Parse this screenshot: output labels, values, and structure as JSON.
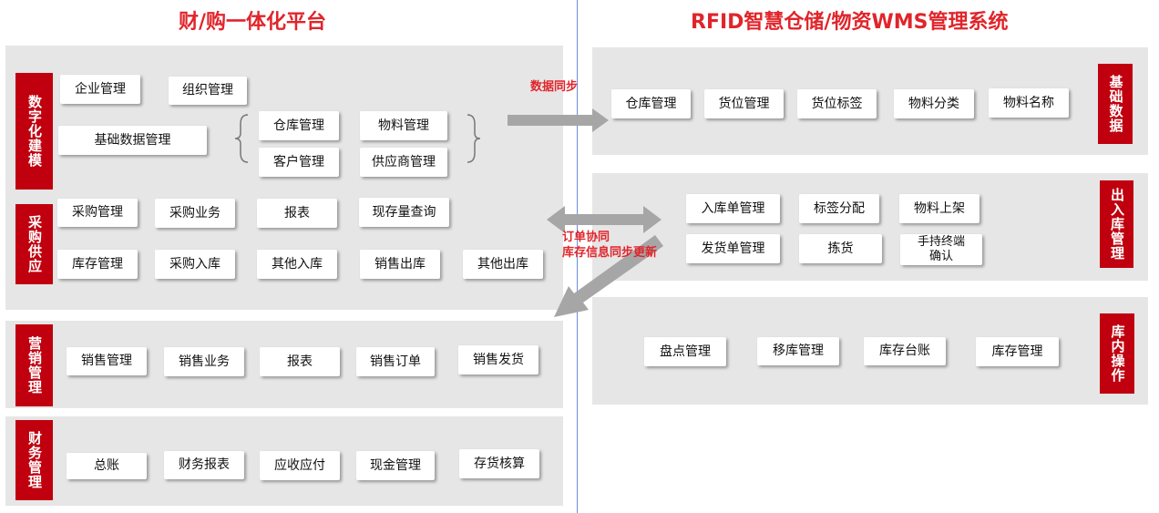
{
  "left_title": "财/购一体化平台",
  "right_title": "RFID智慧仓储/物资WMS管理系统",
  "labels": {
    "data_sync": "数据同步",
    "order_sync": "订单协同",
    "stock_sync": "库存信息同步更新"
  },
  "left": {
    "digital": {
      "tab": "数字化建模",
      "boxes": [
        "企业管理",
        "组织管理",
        "基础数据管理"
      ],
      "sub": [
        "仓库管理",
        "物料管理",
        "客户管理",
        "供应商管理"
      ]
    },
    "purchase": {
      "tab": "采购供应",
      "row1": [
        "采购管理",
        "采购业务",
        "报表",
        "现存量查询"
      ],
      "row2": [
        "库存管理",
        "采购入库",
        "其他入库",
        "销售出库",
        "其他出库"
      ]
    },
    "sales": {
      "tab": "营销管理",
      "boxes": [
        "销售管理",
        "销售业务",
        "报表",
        "销售订单",
        "销售发货"
      ]
    },
    "finance": {
      "tab": "财务管理",
      "boxes": [
        "总账",
        "财务报表",
        "应收应付",
        "现金管理",
        "存货核算"
      ]
    }
  },
  "right": {
    "basic": {
      "tab": "基础数据",
      "boxes": [
        "仓库管理",
        "货位管理",
        "货位标签",
        "物料分类",
        "物料名称"
      ]
    },
    "inout": {
      "tab": "出入库管理",
      "boxes": [
        "入库单管理",
        "标签分配",
        "物料上架",
        "发货单管理",
        "拣货",
        "手持终端确认"
      ]
    },
    "inventory": {
      "tab": "库内操作",
      "boxes": [
        "盘点管理",
        "移库管理",
        "库存台账",
        "库存管理"
      ]
    }
  },
  "colors": {
    "accent_red": "#c0000e",
    "title_red": "#e0252b",
    "panel_gray": "#e6e6e6",
    "arrow_gray": "#a6a6a6"
  }
}
